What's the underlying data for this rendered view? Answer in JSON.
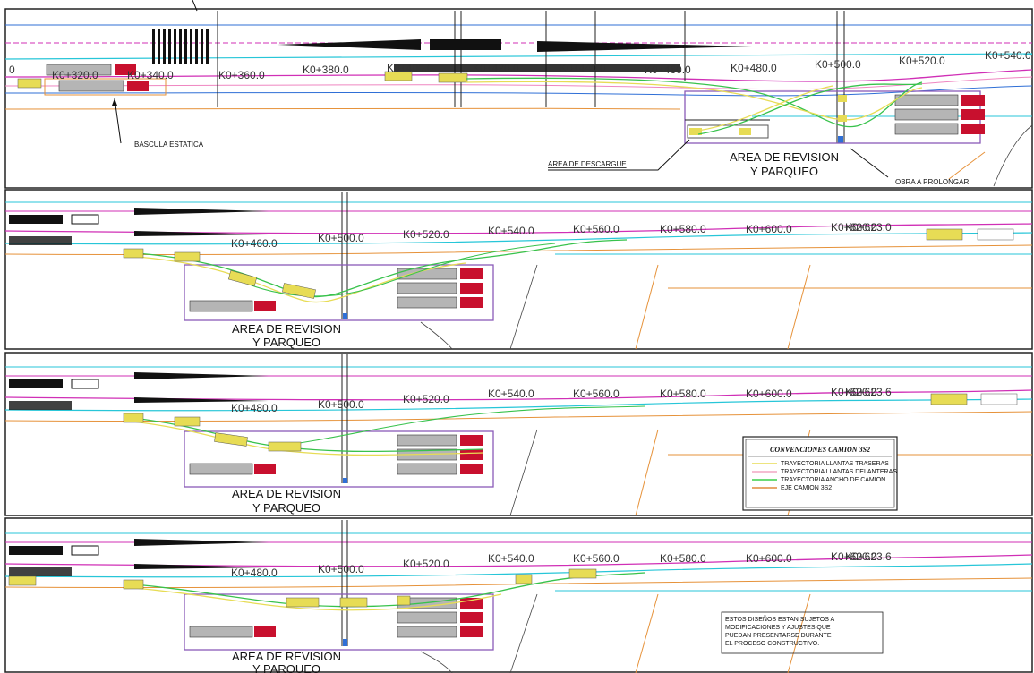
{
  "panels": [
    {
      "km": [
        "K0+320.0",
        "K0+340.0",
        "K0+360.0",
        "K0+380.0",
        "K0+400.0",
        "K0+420.0",
        "K0+440.0",
        "K0+460.0",
        "K0+480.0",
        "K0+500.0",
        "K0+520.0",
        "K0+540.0"
      ],
      "left_edge_km": "0",
      "labels": {
        "bascula": "BASCULA ESTATICA",
        "descargue": "AREA DE DESCARGUE",
        "revision_1": "AREA DE REVISION",
        "revision_2": "Y PARQUEO",
        "obra": "OBRA A PROLONGAR"
      }
    },
    {
      "km": [
        "K0+460.0",
        "K0+500.0",
        "K0+520.0",
        "K0+540.0",
        "K0+560.0",
        "K0+580.0",
        "K0+600.0",
        "K0+620.0"
      ],
      "overlap_km": "K0+623.0",
      "labels": {
        "revision_1": "AREA DE REVISION",
        "revision_2": "Y PARQUEO"
      }
    },
    {
      "km": [
        "K0+480.0",
        "K0+500.0",
        "K0+520.0",
        "K0+540.0",
        "K0+560.0",
        "K0+580.0",
        "K0+600.0",
        "K0+620.0"
      ],
      "overlap_km": "K0+623.6",
      "labels": {
        "revision_1": "AREA DE REVISION",
        "revision_2": "Y PARQUEO"
      }
    },
    {
      "km": [
        "K0+480.0",
        "K0+500.0",
        "K0+520.0",
        "K0+540.0",
        "K0+560.0",
        "K0+580.0",
        "K0+600.0",
        "K0+620.0"
      ],
      "overlap_km": "K0+623.6",
      "labels": {
        "revision_1": "AREA DE REVISION",
        "revision_2": "Y PARQUEO"
      }
    }
  ],
  "legend": {
    "title": "CONVENCIONES CAMION 3S2",
    "items": [
      {
        "label": "TRAYECTORIA LLANTAS TRASERAS",
        "color": "#e8e26a"
      },
      {
        "label": "TRAYECTORIA LLANTAS DELANTERAS",
        "color": "#f2a7c3"
      },
      {
        "label": "TRAYECTORIA ANCHO DE CAMION",
        "color": "#3ccf4a"
      },
      {
        "label": "EJE CAMION 3S2",
        "color": "#e08a3c"
      }
    ]
  },
  "note": {
    "lines": [
      "ESTOS DISEÑOS ESTAN SUJETOS A",
      "MODIFICACIONES Y AJUSTES QUE",
      "PUEDAN PRESENTARSE DURANTE",
      "EL PROCESO CONSTRUCTIVO."
    ]
  },
  "colors": {
    "road_magenta": "#d02fb6",
    "road_cyan": "#27c6d8",
    "road_blue": "#2f6fd6",
    "lane_pink": "#ef86c1",
    "orange_edge": "#e6923a",
    "green_path": "#38c24c",
    "yellow_path": "#e7dc55",
    "truck_gray": "#b5b5b5",
    "truck_red": "#c8102e",
    "frame": "#222222"
  }
}
